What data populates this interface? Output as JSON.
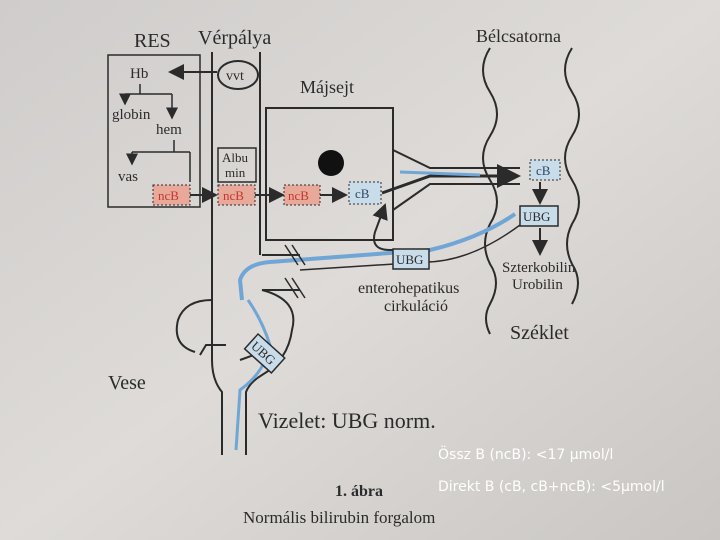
{
  "diagram": {
    "labels": {
      "res": "RES",
      "verpalya": "Vérpálya",
      "belcsatorna": "Bélcsatorna",
      "majsejt": "Májsejt",
      "vvt": "vvt",
      "hb": "Hb",
      "globin": "globin",
      "hem": "hem",
      "vas": "vas",
      "albumin_1": "Albu",
      "albumin_2": "min",
      "ncb_res": "ncB",
      "ncb_blood": "ncB",
      "ncb_liver": "ncB",
      "cb_liver": "cB",
      "cb_gut": "cB",
      "ubg_gut": "UBG",
      "ubg_mid": "UBG",
      "ubg_kidney": "UBG",
      "szterkobilin": "Szterkobilin",
      "urobilin": "Urobilin",
      "enterohepatikus": "enterohepatikus",
      "cirkulacio": "cirkuláció",
      "szeklet": "Széklet",
      "vese": "Vese",
      "vizelet": "Vizelet: UBG norm.",
      "abra": "1. ábra",
      "caption": "Normális bilirubin forgalom"
    },
    "overlay": {
      "ossz": "Össz B (ncB): <17 μmol/l",
      "direkt": "Direkt B (cB, cB+ncB): <5μmol/l"
    },
    "colors": {
      "paper": "#d9d6d3",
      "ink": "#2b2b2b",
      "nc_box_fill": "#e8a99a",
      "nc_box_text": "#c0392b",
      "c_box_fill": "#c9dcea",
      "blue_flow": "#6fa6d6"
    }
  }
}
